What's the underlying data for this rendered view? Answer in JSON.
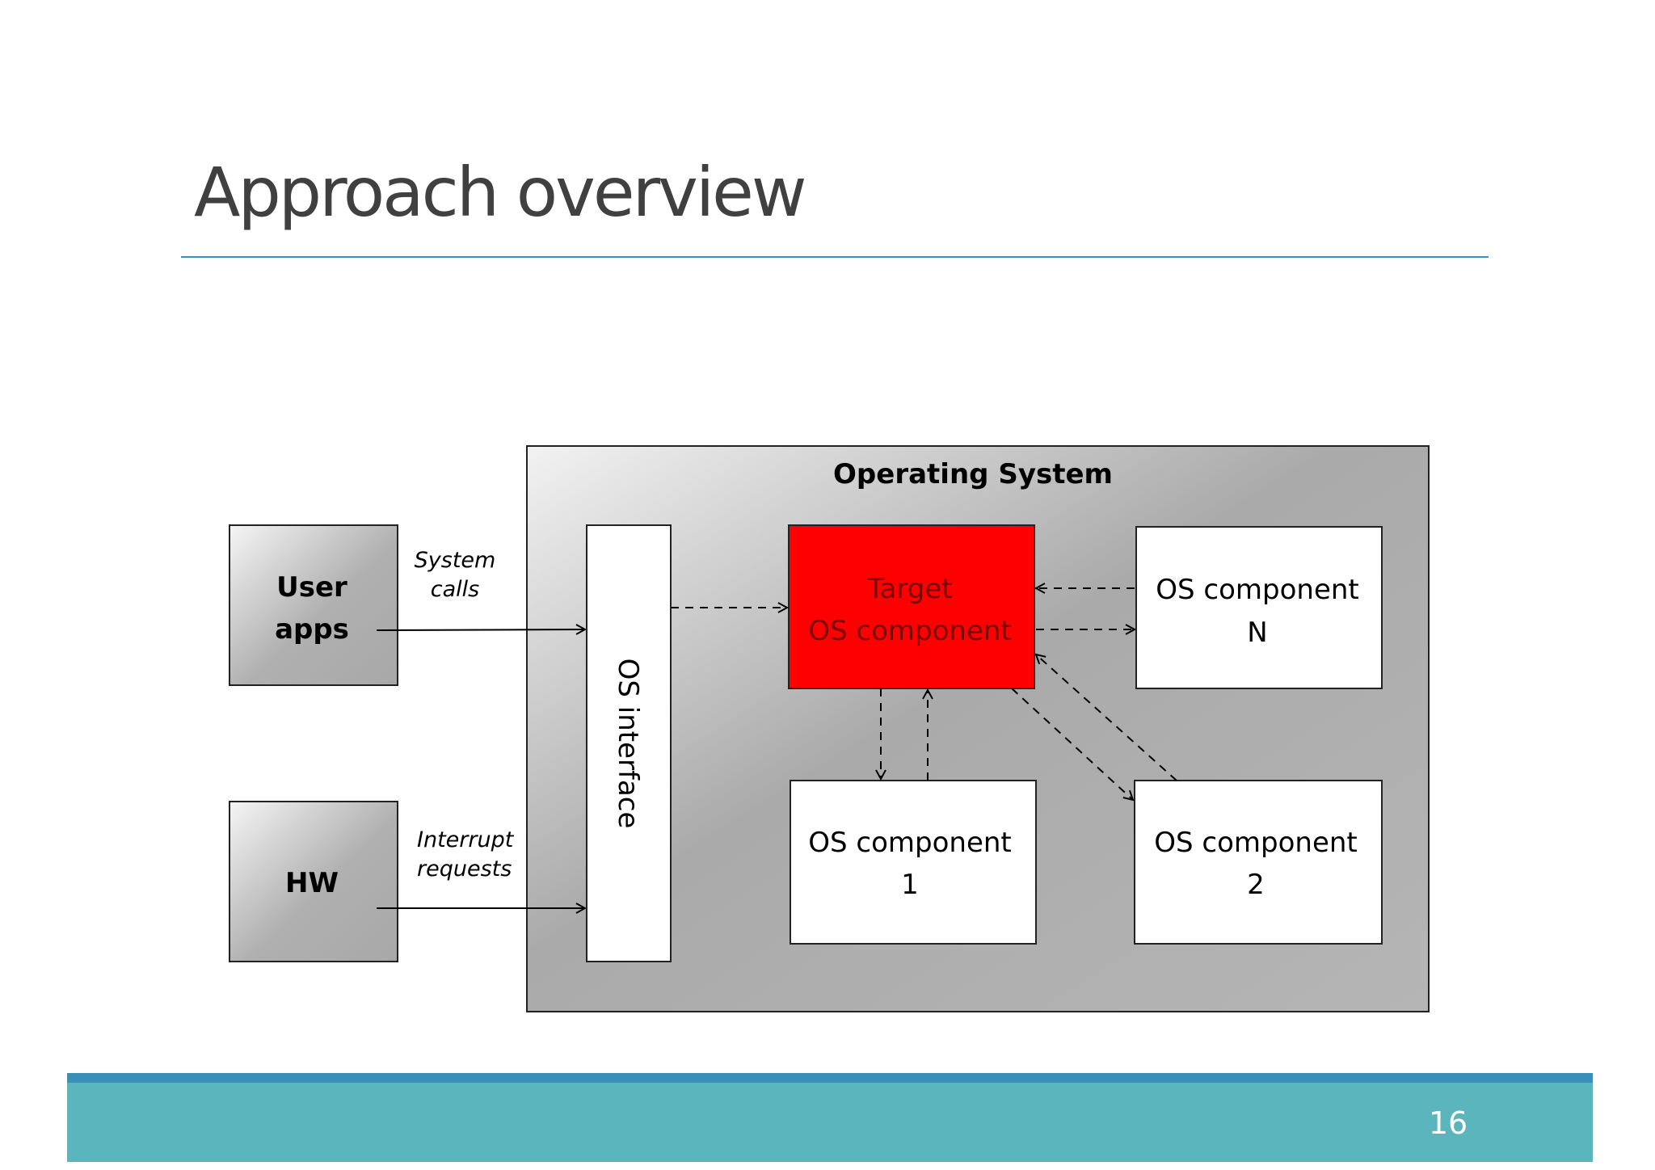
{
  "slide": {
    "title": "Approach overview",
    "page_number": "16"
  },
  "diagram": {
    "os_title": "Operating System",
    "user_apps": {
      "line1": "User",
      "line2": "apps"
    },
    "hw": {
      "label": "HW"
    },
    "os_interface": {
      "label": "OS interface"
    },
    "target": {
      "line1": "Target",
      "line2": "OS component"
    },
    "comp_n": {
      "line1": "OS component",
      "line2": "N"
    },
    "comp_1": {
      "line1": "OS component",
      "line2": "1"
    },
    "comp_2": {
      "line1": "OS component",
      "line2": "2"
    },
    "system_calls": {
      "line1": "System",
      "line2": "calls"
    },
    "interrupt_requests": {
      "line1": "Interrupt",
      "line2": "requests"
    }
  },
  "colors": {
    "target_fill": "#ff0000",
    "target_text": "#7a0000",
    "title_text": "#404040",
    "rule": "#3a8fc4",
    "footer": "#5bb5bd"
  }
}
